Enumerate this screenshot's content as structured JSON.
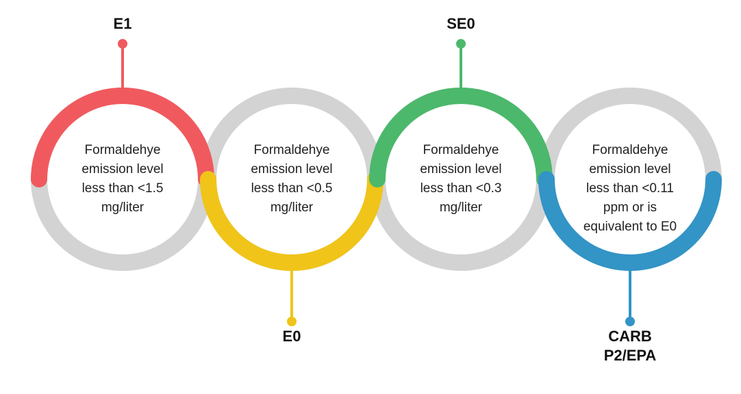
{
  "colors": {
    "ring_base": "#d3d3d3",
    "e1": "#f05a5e",
    "e0": "#f0c419",
    "se0": "#4cb86c",
    "carb": "#3394c6"
  },
  "stages": [
    {
      "label_lines": [
        "E1"
      ],
      "desc_lines": [
        "Formaldehye",
        "emission level",
        "less than <1.5",
        "mg/liter"
      ]
    },
    {
      "label_lines": [
        "E0"
      ],
      "desc_lines": [
        "Formaldehye",
        "emission level",
        "less than <0.5",
        "mg/liter"
      ]
    },
    {
      "label_lines": [
        "SE0"
      ],
      "desc_lines": [
        "Formaldehye",
        "emission level",
        "less than <0.3",
        "mg/liter"
      ]
    },
    {
      "label_lines": [
        "CARB",
        "P2/EPA"
      ],
      "desc_lines": [
        "Formaldehye",
        "emission level",
        "less than <0.11",
        "ppm or is",
        "equivalent to E0"
      ]
    }
  ]
}
